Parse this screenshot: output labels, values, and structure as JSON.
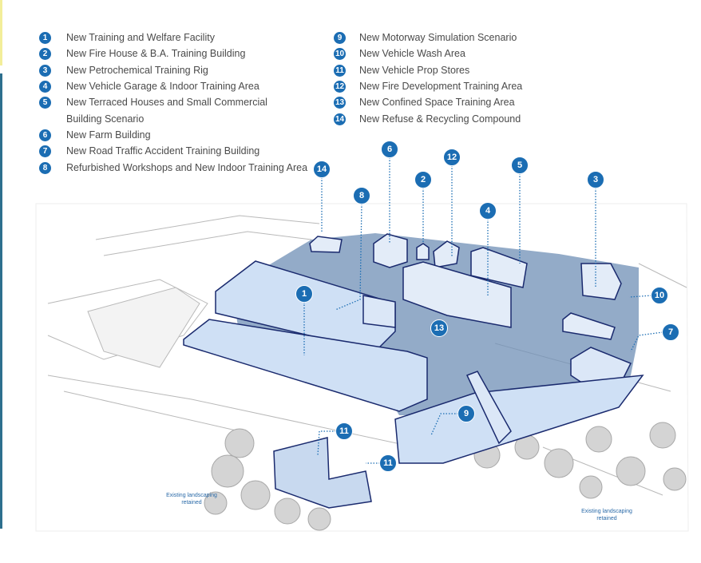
{
  "legend_left": [
    {
      "num": "1",
      "label": "New Training and Welfare Facility"
    },
    {
      "num": "2",
      "label": "New Fire House & B.A. Training Building"
    },
    {
      "num": "3",
      "label": "New Petrochemical Training Rig"
    },
    {
      "num": "4",
      "label": "New Vehicle Garage & Indoor Training Area"
    },
    {
      "num": "5",
      "label": "New Terraced Houses and Small Commercial",
      "label2": "Building Scenario"
    },
    {
      "num": "6",
      "label": "New Farm Building"
    },
    {
      "num": "7",
      "label": "New Road Traffic Accident Training Building"
    },
    {
      "num": "8",
      "label": "Refurbished Workshops and New Indoor Training  Area"
    }
  ],
  "legend_right": [
    {
      "num": "9",
      "label": "New Motorway Simulation Scenario"
    },
    {
      "num": "10",
      "label": "New Vehicle Wash Area"
    },
    {
      "num": "11",
      "label": "New Vehicle Prop Stores"
    },
    {
      "num": "12",
      "label": "New Fire Development Training Area"
    },
    {
      "num": "13",
      "label": "New Confined Space Training Area"
    },
    {
      "num": "14",
      "label": "New Refuse & Recycling Compound"
    }
  ],
  "markers": [
    "1",
    "2",
    "3",
    "4",
    "5",
    "6",
    "7",
    "8",
    "9",
    "10",
    "11",
    "11",
    "12",
    "13",
    "14"
  ],
  "notes": {
    "left": "Existing landscaping retained",
    "right": "Existing landscaping retained"
  },
  "colors": {
    "marker": "#1b6db3",
    "building": "#cfe0f5",
    "outline": "#1a2a6e",
    "site": "#6f8fb5"
  }
}
